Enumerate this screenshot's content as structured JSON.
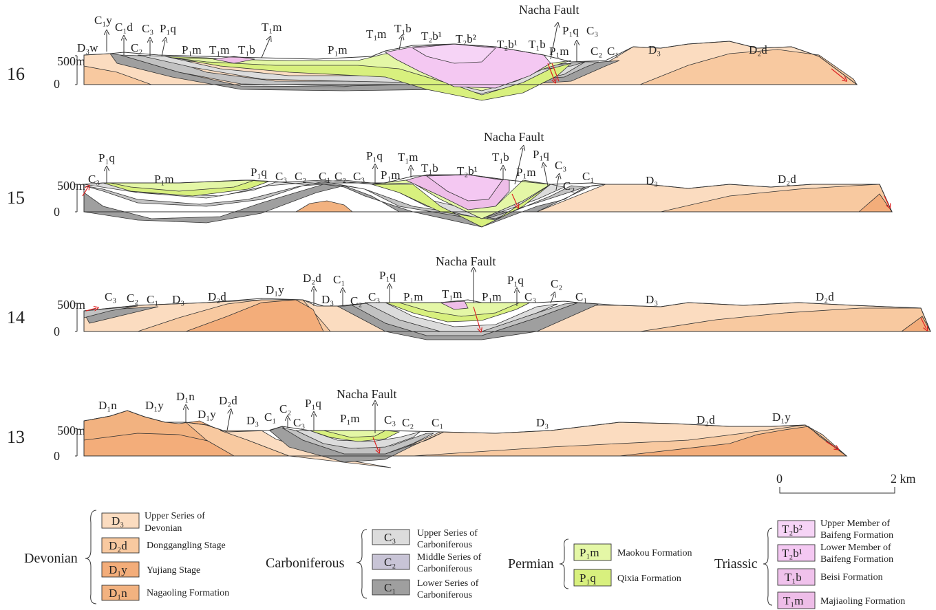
{
  "colors": {
    "D3": "#fbdcc0",
    "D2d": "#f8c9a0",
    "D1y": "#f3ad7a",
    "D1n": "#f2b280",
    "C3": "#dcdcdc",
    "C2": "#c2c2c2",
    "C1": "#9f9f9f",
    "P1m": "#e4f7a6",
    "P1q": "#d8f07e",
    "T2b2": "#f6d4f6",
    "T2b1": "#f4c8f2",
    "T1b": "#f0c2ec",
    "T1m": "#eebde8"
  },
  "fault_label": "Nacha Fault",
  "axis": {
    "top": "500m",
    "bottom": "0"
  },
  "sections": [
    {
      "id": "16",
      "labels": [
        "D₃w",
        "C₁y",
        "C₁d",
        "C₃",
        "P₁q",
        "C₂",
        "P₁m",
        "T₁m",
        "T₁b",
        "T₁m",
        "P₁m",
        "T₁m",
        "T₁b",
        "T₂b¹",
        "T₂b²",
        "T₂b¹",
        "T₁b",
        "P₁q",
        "C₃",
        "P₁m",
        "C₂",
        "C₁",
        "D₃",
        "D₂d"
      ]
    },
    {
      "id": "15",
      "labels": [
        "P₁q",
        "C₃",
        "P₁m",
        "P₁q",
        "C₃",
        "C₂",
        "C₁",
        "C₂",
        "C₃",
        "P₁q",
        "P₁m",
        "T₁m",
        "T₁b",
        "T₂b¹",
        "T₁b",
        "P₁q",
        "P₁m",
        "C₃",
        "C₂",
        "C₁",
        "D₃",
        "D₂d"
      ]
    },
    {
      "id": "14",
      "labels": [
        "C₃",
        "C₂",
        "C₁",
        "D₃",
        "D₂d",
        "D₁y",
        "D₂d",
        "D₃",
        "C₁",
        "C₂",
        "C₃",
        "P₁q",
        "P₁m",
        "T₁m",
        "P₁m",
        "P₁q",
        "C₃",
        "C₂",
        "C₁",
        "D₃",
        "D₂d"
      ]
    },
    {
      "id": "13",
      "labels": [
        "D₁n",
        "D₁y",
        "D₁n",
        "D₁y",
        "D₂d",
        "D₃",
        "C₁",
        "C₂",
        "C₃",
        "P₁q",
        "P₁m",
        "C₃",
        "C₂",
        "C₁",
        "D₃",
        "D₂d",
        "D₁y"
      ]
    }
  ],
  "scale": {
    "start": "0",
    "end": "2 km"
  },
  "legend": {
    "devonian": {
      "title": "Devonian",
      "items": [
        {
          "code": "D₃",
          "desc": [
            "Upper Series of",
            "Devonian"
          ]
        },
        {
          "code": "D₂d",
          "desc": [
            "Donggangling Stage"
          ]
        },
        {
          "code": "D₁y",
          "desc": [
            "Yujiang Stage"
          ]
        },
        {
          "code": "D₁n",
          "desc": [
            "Nagaoling Formation"
          ]
        }
      ]
    },
    "carboniferous": {
      "title": "Carboniferous",
      "items": [
        {
          "code": "C₃",
          "desc": [
            "Upper Series of",
            "Carboniferous"
          ]
        },
        {
          "code": "C₂",
          "desc": [
            "Middle Series of",
            "Carboniferous"
          ]
        },
        {
          "code": "C₁",
          "desc": [
            "Lower Series of",
            "Carboniferous"
          ]
        }
      ]
    },
    "permian": {
      "title": "Permian",
      "items": [
        {
          "code": "P₁m",
          "desc": [
            "Maokou Formation"
          ]
        },
        {
          "code": "P₁q",
          "desc": [
            "Qixia Formation"
          ]
        }
      ]
    },
    "triassic": {
      "title": "Triassic",
      "items": [
        {
          "code": "T₂b²",
          "desc": [
            "Upper Member of",
            "Baifeng Formation"
          ]
        },
        {
          "code": "T₂b¹",
          "desc": [
            "Lower Member of",
            "Baifeng Formation"
          ]
        },
        {
          "code": "T₁b",
          "desc": [
            "Beisi Formation"
          ]
        },
        {
          "code": "T₁m",
          "desc": [
            "Majiaoling Formation"
          ]
        }
      ]
    }
  }
}
